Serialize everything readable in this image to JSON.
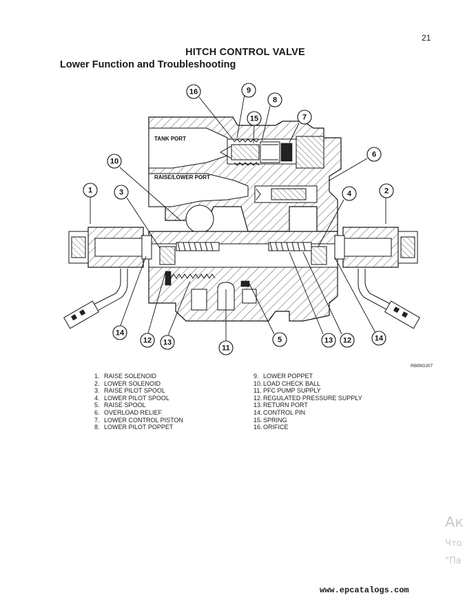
{
  "page": {
    "number": "21"
  },
  "document": {
    "title": "HITCH CONTROL VALVE",
    "subtitle": "Lower Function and Troubleshooting"
  },
  "diagram": {
    "port_labels": {
      "tank_port": "TANK PORT",
      "raise_lower_port": "RAISE/LOWER PORT"
    },
    "callouts": [
      "16",
      "9",
      "8",
      "15",
      "7",
      "10",
      "6",
      "1",
      "3",
      "4",
      "2",
      "14",
      "12",
      "13",
      "11",
      "5",
      "13",
      "12",
      "14"
    ],
    "figure_code": "RB99G207"
  },
  "legend": {
    "column1": [
      {
        "num": "1.",
        "text": "RAISE SOLENOID"
      },
      {
        "num": "2.",
        "text": "LOWER SOLENOID"
      },
      {
        "num": "3.",
        "text": "RAISE PILOT SPOOL"
      },
      {
        "num": "4.",
        "text": "LOWER PILOT SPOOL"
      },
      {
        "num": "5.",
        "text": "RAISE SPOOL"
      },
      {
        "num": "6.",
        "text": "OVERLOAD RELIEF"
      },
      {
        "num": "7.",
        "text": "LOWER CONTROL PISTON"
      },
      {
        "num": "8.",
        "text": "LOWER PILOT POPPET"
      }
    ],
    "column2": [
      {
        "num": "9.",
        "text": "LOWER POPPET"
      },
      {
        "num": "10.",
        "text": "LOAD CHECK BALL"
      },
      {
        "num": "11.",
        "text": "PFC PUMP SUPPLY"
      },
      {
        "num": "12.",
        "text": "REGULATED PRESSURE SUPPLY"
      },
      {
        "num": "13.",
        "text": "RETURN PORT"
      },
      {
        "num": "14.",
        "text": "CONTROL PIN"
      },
      {
        "num": "15.",
        "text": "SPRING"
      },
      {
        "num": "16.",
        "text": "ORIFICE"
      }
    ]
  },
  "watermark": {
    "line1": "Ак",
    "line2": "Что",
    "line3": "\"Па"
  },
  "footer": {
    "url": "www.epcatalogs.com"
  }
}
